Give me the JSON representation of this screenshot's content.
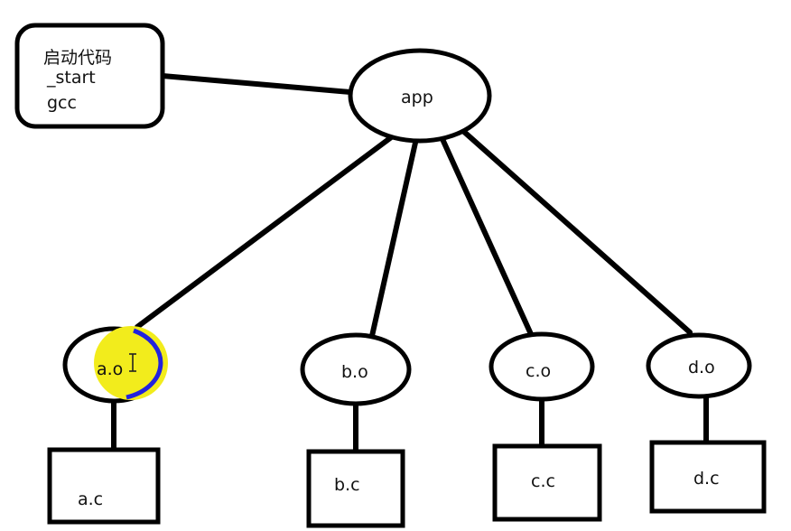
{
  "startup_box": {
    "lines": [
      "启动代码",
      "_start",
      "gcc"
    ]
  },
  "root": {
    "label": "app"
  },
  "objects": [
    {
      "label": "a.o",
      "highlighted": true
    },
    {
      "label": "b.o",
      "highlighted": false
    },
    {
      "label": "c.o",
      "highlighted": false
    },
    {
      "label": "d.o",
      "highlighted": false
    }
  ],
  "sources": [
    {
      "label": "a.c"
    },
    {
      "label": "b.c"
    },
    {
      "label": "c.c"
    },
    {
      "label": "d.c"
    }
  ],
  "colors": {
    "stroke": "#000000",
    "highlight_fill": "#f2ec1c",
    "highlight_stroke": "#2222dd",
    "background": "#ffffff"
  },
  "cursor_icon": "text-cursor-icon"
}
